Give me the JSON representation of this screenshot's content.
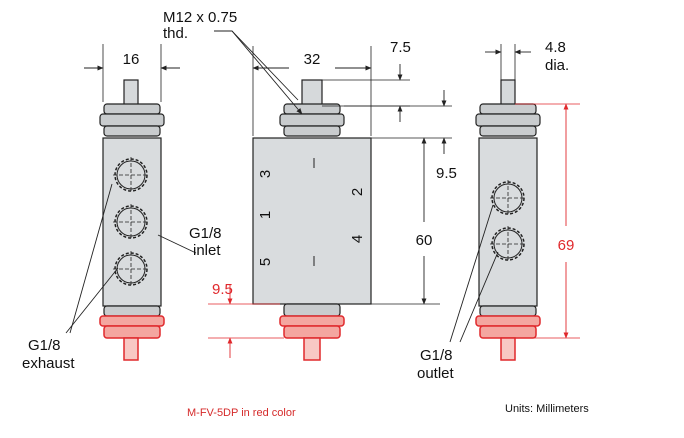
{
  "dimensions": {
    "width_left": "16",
    "width_center": "32",
    "stem_offset": "7.5",
    "stem_dia_value": "4.8",
    "stem_dia_unit": "dia.",
    "body_offset": "9.5",
    "body_height": "60",
    "red_offset": "9.5",
    "overall_height": "69"
  },
  "thread_callout": {
    "line1": "M12 x 0.75",
    "line2": "thd."
  },
  "port_labels": {
    "inlet_line1": "G1/8",
    "inlet_line2": "inlet",
    "exhaust_line1": "G1/8",
    "exhaust_line2": "exhaust",
    "outlet_line1": "G1/8",
    "outlet_line2": "outlet"
  },
  "port_numbers": [
    "3",
    "1",
    "5",
    "2",
    "4"
  ],
  "captions": {
    "red_note": "M-FV-5DP in red color",
    "units": "Units: Millimeters"
  },
  "colors": {
    "line": "#222222",
    "body_fill": "#d9dcde",
    "part_fill": "#c9ccce",
    "accent_red": "#e0282c"
  }
}
